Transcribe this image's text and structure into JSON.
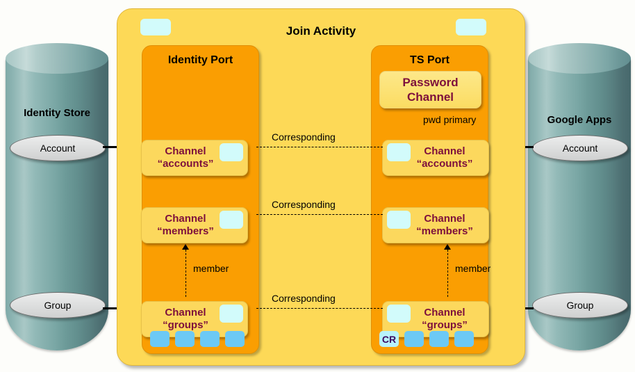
{
  "diagram": {
    "title": "Join Activity",
    "left_store": {
      "name": "Identity Store",
      "entities": [
        {
          "label": "Account"
        },
        {
          "label": "Group"
        }
      ]
    },
    "right_store": {
      "name": "Google Apps",
      "entities": [
        {
          "label": "Account"
        },
        {
          "label": "Group"
        }
      ]
    },
    "ports": [
      {
        "id": "identity-port",
        "title": "Identity Port",
        "channels": [
          {
            "label": "Channel\n“accounts”",
            "badge_side": "right"
          },
          {
            "label": "Channel\n“members”",
            "badge_side": "right"
          },
          {
            "label": "Channel\n“groups”",
            "badge_side": "right"
          }
        ],
        "footer_chips": [
          "",
          "",
          "",
          ""
        ],
        "relation_label": "member"
      },
      {
        "id": "ts-port",
        "title": "TS Port",
        "password_channel": {
          "label": "Password\nChannel",
          "note": "pwd primary"
        },
        "channels": [
          {
            "label": "Channel\n“accounts”",
            "badge_side": "left"
          },
          {
            "label": "Channel\n“members”",
            "badge_side": "left"
          },
          {
            "label": "Channel\n“groups”",
            "badge_side": "left"
          }
        ],
        "footer_chips": [
          "CR",
          "",
          "",
          ""
        ],
        "relation_label": "member"
      }
    ],
    "correspondences": [
      {
        "label": "Corresponding"
      },
      {
        "label": "Corresponding"
      },
      {
        "label": "Corresponding"
      }
    ],
    "colors": {
      "activity_fill": "#fdd957",
      "port_fill": "#fa9e02",
      "channel_fill": "#fcd85d",
      "channel_text": "#7d0f3c",
      "badge_cyan": "#d2fbfb",
      "chip_blue": "#6cc9f5",
      "cylinder_teal": "#7fa9a8",
      "page_bg": "#fdfdfa"
    }
  }
}
